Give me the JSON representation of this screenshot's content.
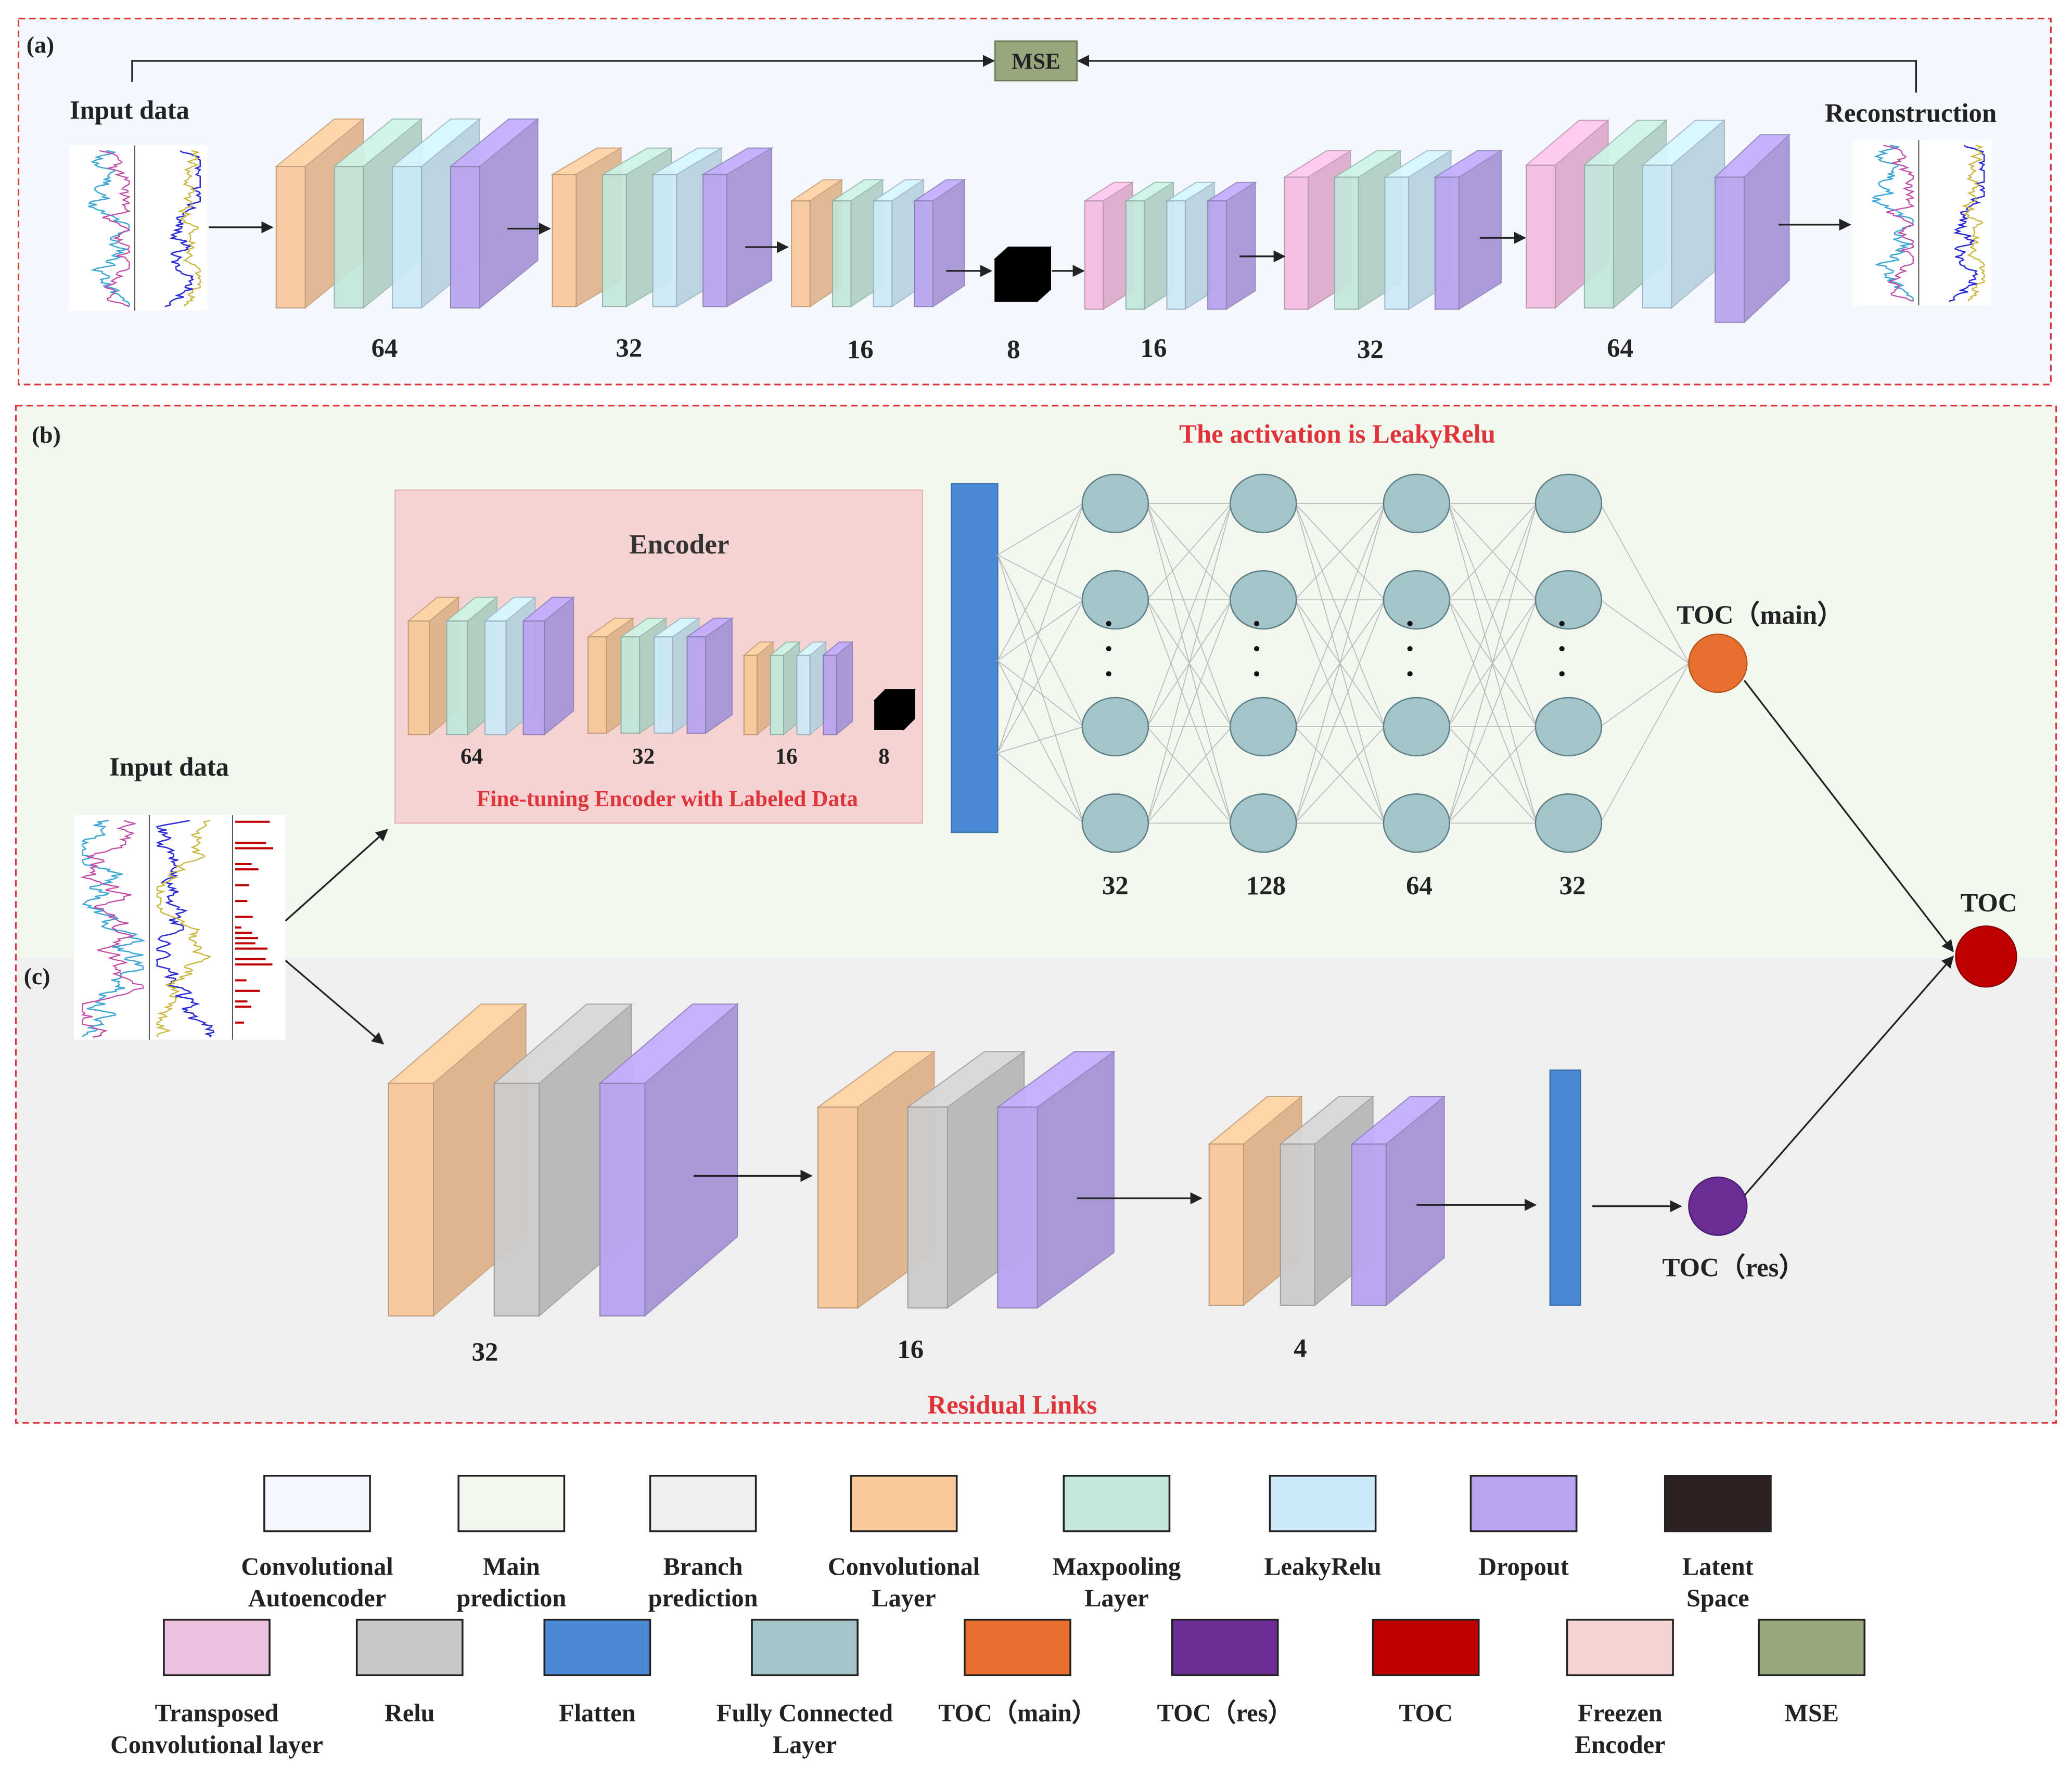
{
  "panel_a": {
    "tag": "(a)",
    "input_label": "Input data",
    "output_label": "Reconstruction",
    "loss_label": "MSE",
    "encoder_sizes": [
      "64",
      "32",
      "16"
    ],
    "latent_size": "8",
    "decoder_sizes": [
      "16",
      "32",
      "64"
    ]
  },
  "panel_b": {
    "tag": "(b)",
    "activation_note": "The activation  is LeakyRelu",
    "encoder_title": "Encoder",
    "encoder_sizes": [
      "64",
      "32",
      "16",
      "8"
    ],
    "finetune_note": "Fine-tuning Encoder with Labeled Data",
    "input_label": "Input data",
    "dense_sizes": [
      "32",
      "128",
      "64",
      "32"
    ],
    "main_output": "TOC（main）",
    "final_output": "TOC"
  },
  "panel_c": {
    "tag": "(c)",
    "block_sizes": [
      "32",
      "16",
      "4"
    ],
    "res_output": "TOC（res）",
    "residual_note": "Residual Links"
  },
  "legend": {
    "row1": [
      {
        "label": [
          "Convolutional",
          "Autoencoder"
        ],
        "color": "#f4f8fd"
      },
      {
        "label": [
          "Main",
          "prediction"
        ],
        "color": "#f2f8ef"
      },
      {
        "label": [
          "Branch",
          "prediction"
        ],
        "color": "#efefef"
      },
      {
        "label": [
          "Convolutional",
          "Layer"
        ],
        "color": "#f9c89b"
      },
      {
        "label": [
          "Maxpooling",
          "Layer"
        ],
        "color": "#c2e6da"
      },
      {
        "label": [
          "LeakyRelu"
        ],
        "color": "#cbe9f8"
      },
      {
        "label": [
          "Dropout"
        ],
        "color": "#b8a4ef"
      },
      {
        "label": [
          "Latent",
          "Space"
        ],
        "color": "#2e2324"
      }
    ],
    "row2": [
      {
        "label": [
          "Transposed",
          "Convolutional layer"
        ],
        "color": "#ebc0df"
      },
      {
        "label": [
          "Relu"
        ],
        "color": "#c8c8c8"
      },
      {
        "label": [
          "Flatten"
        ],
        "color": "#4a8ad4"
      },
      {
        "label": [
          "Fully Connected",
          "Layer"
        ],
        "color": "#a3c5c9"
      },
      {
        "label": [
          "TOC（main）"
        ],
        "color": "#e8702f"
      },
      {
        "label": [
          "TOC（res）"
        ],
        "color": "#6a2c95"
      },
      {
        "label": [
          "TOC"
        ],
        "color": "#c00000"
      },
      {
        "label": [
          "Freezen",
          "Encoder"
        ],
        "color": "#f6d3d3"
      },
      {
        "label": [
          "MSE"
        ],
        "color": "#98a57d"
      }
    ]
  },
  "colors": {
    "conv": "#f9c89b",
    "maxpool": "#c2e6da",
    "leakyrelu": "#cbe9f8",
    "dropout": "#b8a4ef",
    "transposed": "#f3bde2",
    "relu": "#cccccc",
    "latent": "#000000",
    "flatten": "#4a8ad4",
    "fc_node": "#a3c5c9",
    "toc_main": "#e8702f",
    "toc_res": "#6a2c95",
    "toc": "#c00000",
    "mse": "#98a57d",
    "frozen_encoder": "#f6d3d3",
    "panel_a_bg": "#f4f8fd",
    "panel_b_bg": "#f2f8ef",
    "panel_c_bg": "#efefef",
    "dash": "#e0343a",
    "note_red": "#e0343a"
  }
}
